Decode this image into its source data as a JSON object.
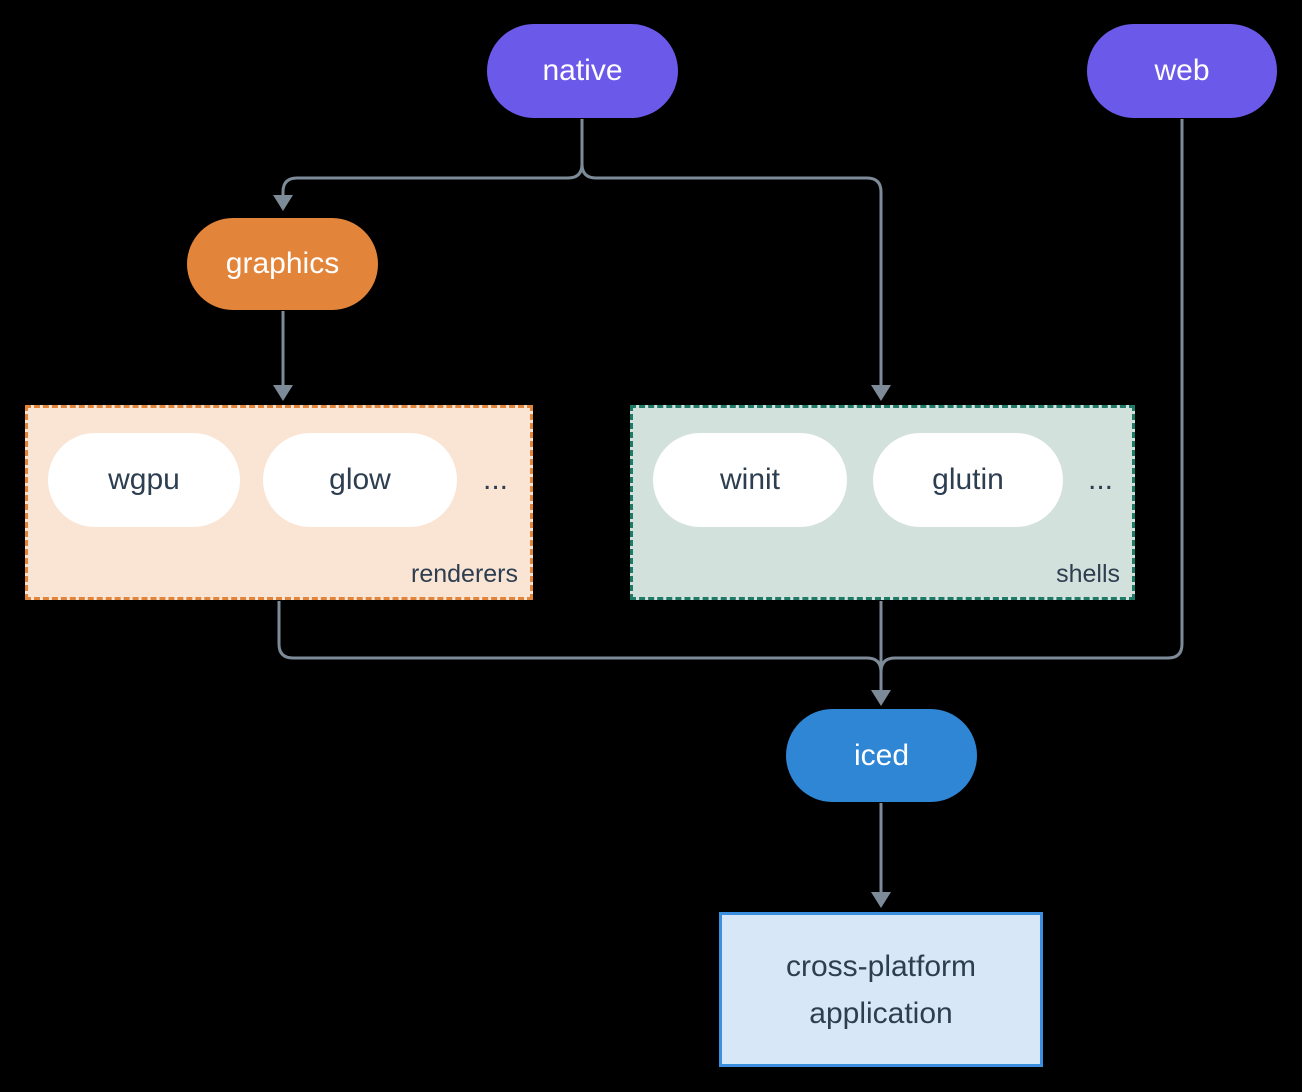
{
  "colors": {
    "bg": "#000000",
    "purple": "#6B5AEA",
    "orange": "#E2853B",
    "peach": "#FAE4D4",
    "teal": "#1F7A68",
    "sage": "#D3E1DC",
    "blue": "#2E86D5",
    "blueBorder": "#3B8FDE",
    "lightblue": "#D8E7F7",
    "slate": "#2C3E50",
    "line": "#7D8A97"
  },
  "nodes": {
    "native": "native",
    "web": "web",
    "graphics": "graphics",
    "iced": "iced",
    "application": "cross-platform application"
  },
  "renderers": {
    "title": "renderers",
    "pills": [
      "wgpu",
      "glow"
    ],
    "ellipsis": "..."
  },
  "shells": {
    "title": "shells",
    "pills": [
      "winit",
      "glutin"
    ],
    "ellipsis": "..."
  }
}
